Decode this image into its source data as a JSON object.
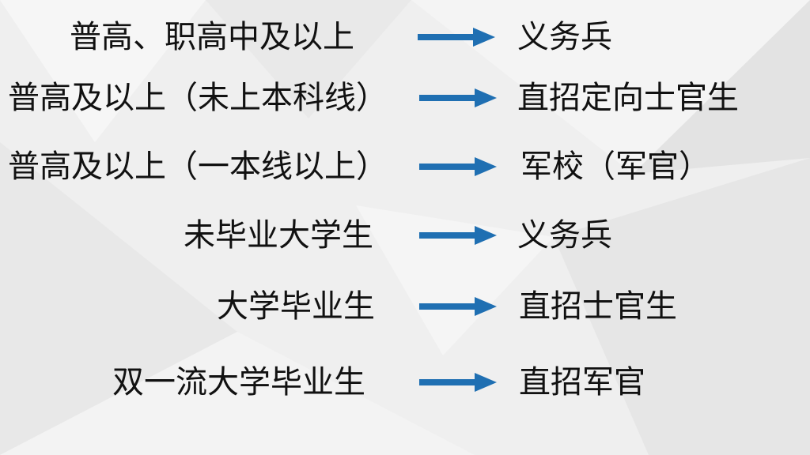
{
  "mappings": [
    {
      "from": "普高、职高中及以上",
      "to": "义务兵"
    },
    {
      "from": "普高及以上（未上本科线）",
      "to": "直招定向士官生"
    },
    {
      "from": "普高及以上（一本线以上）",
      "to": "军校（军官）"
    },
    {
      "from": "未毕业大学生",
      "to": "义务兵"
    },
    {
      "from": "大学毕业生",
      "to": "直招士官生"
    },
    {
      "from": "双一流大学毕业生",
      "to": "直招军官"
    }
  ],
  "colors": {
    "arrow": "#1f6fb2",
    "text": "#111111",
    "background": "#efefef"
  }
}
